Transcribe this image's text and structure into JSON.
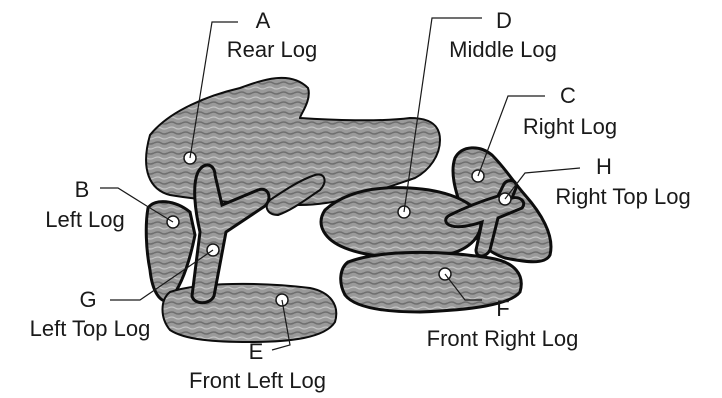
{
  "diagram": {
    "colors": {
      "outline": "#0d0d0d",
      "log_fill": "#9a9a9a",
      "log_dark": "#6f6f6f",
      "log_light": "#c4c4c4",
      "text": "#1a1a1a",
      "leader": "#1a1a1a"
    },
    "labels": [
      {
        "id": "A",
        "letter": "A",
        "name": "Rear Log"
      },
      {
        "id": "B",
        "letter": "B",
        "name": "Left Log"
      },
      {
        "id": "C",
        "letter": "C",
        "name": "Right Log"
      },
      {
        "id": "D",
        "letter": "D",
        "name": "Middle Log"
      },
      {
        "id": "E",
        "letter": "E",
        "name": "Front Left Log"
      },
      {
        "id": "F",
        "letter": "F",
        "name": "Front Right Log"
      },
      {
        "id": "G",
        "letter": "G",
        "name": "Left Top Log"
      },
      {
        "id": "H",
        "letter": "H",
        "name": "Right Top Log"
      }
    ]
  }
}
